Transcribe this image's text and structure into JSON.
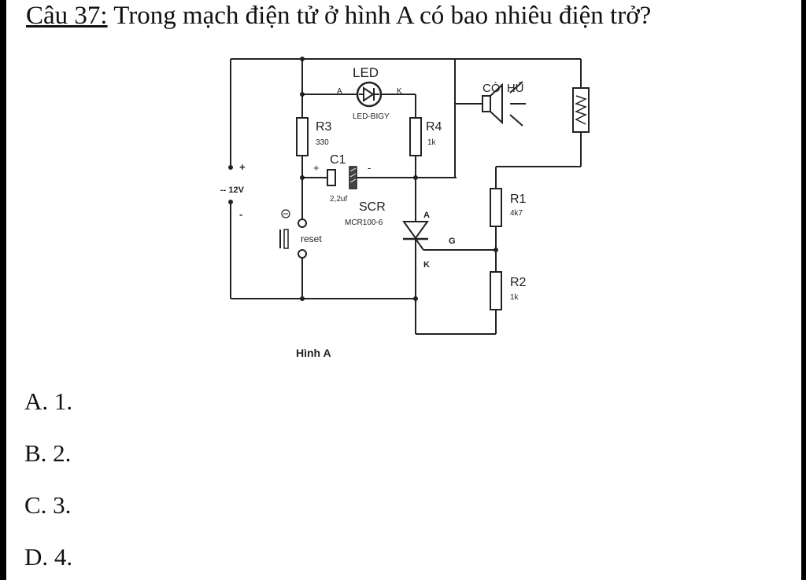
{
  "question": {
    "number": "Câu 37:",
    "text": " Trong mạch điện tử ở hình A có bao nhiêu điện trở?"
  },
  "figure": {
    "caption": "Hình A",
    "labels": {
      "led": "LED",
      "led_anode": "A",
      "led_cathode": "K",
      "led_part": "LED-BIGY",
      "r3": "R3",
      "r3_value": "330",
      "r4": "R4",
      "r4_value": "1k",
      "c1": "C1",
      "c1_value": "2,2uf",
      "cap_plus": "+",
      "cap_minus": "-",
      "scr": "SCR",
      "scr_part": "MCR100-6",
      "scr_anode": "A",
      "scr_gate": "G",
      "scr_cathode": "K",
      "buzzer": "CÒI HÚ",
      "r1": "R1",
      "r1_value": "4k7",
      "r2": "R2",
      "r2_value": "1k",
      "battery_plus": "+",
      "battery_voltage": "-- 12V",
      "battery_minus": "-",
      "reset": "reset"
    }
  },
  "answers": [
    {
      "label": "A. 1."
    },
    {
      "label": "B. 2."
    },
    {
      "label": "C. 3."
    },
    {
      "label": "D. 4."
    }
  ]
}
